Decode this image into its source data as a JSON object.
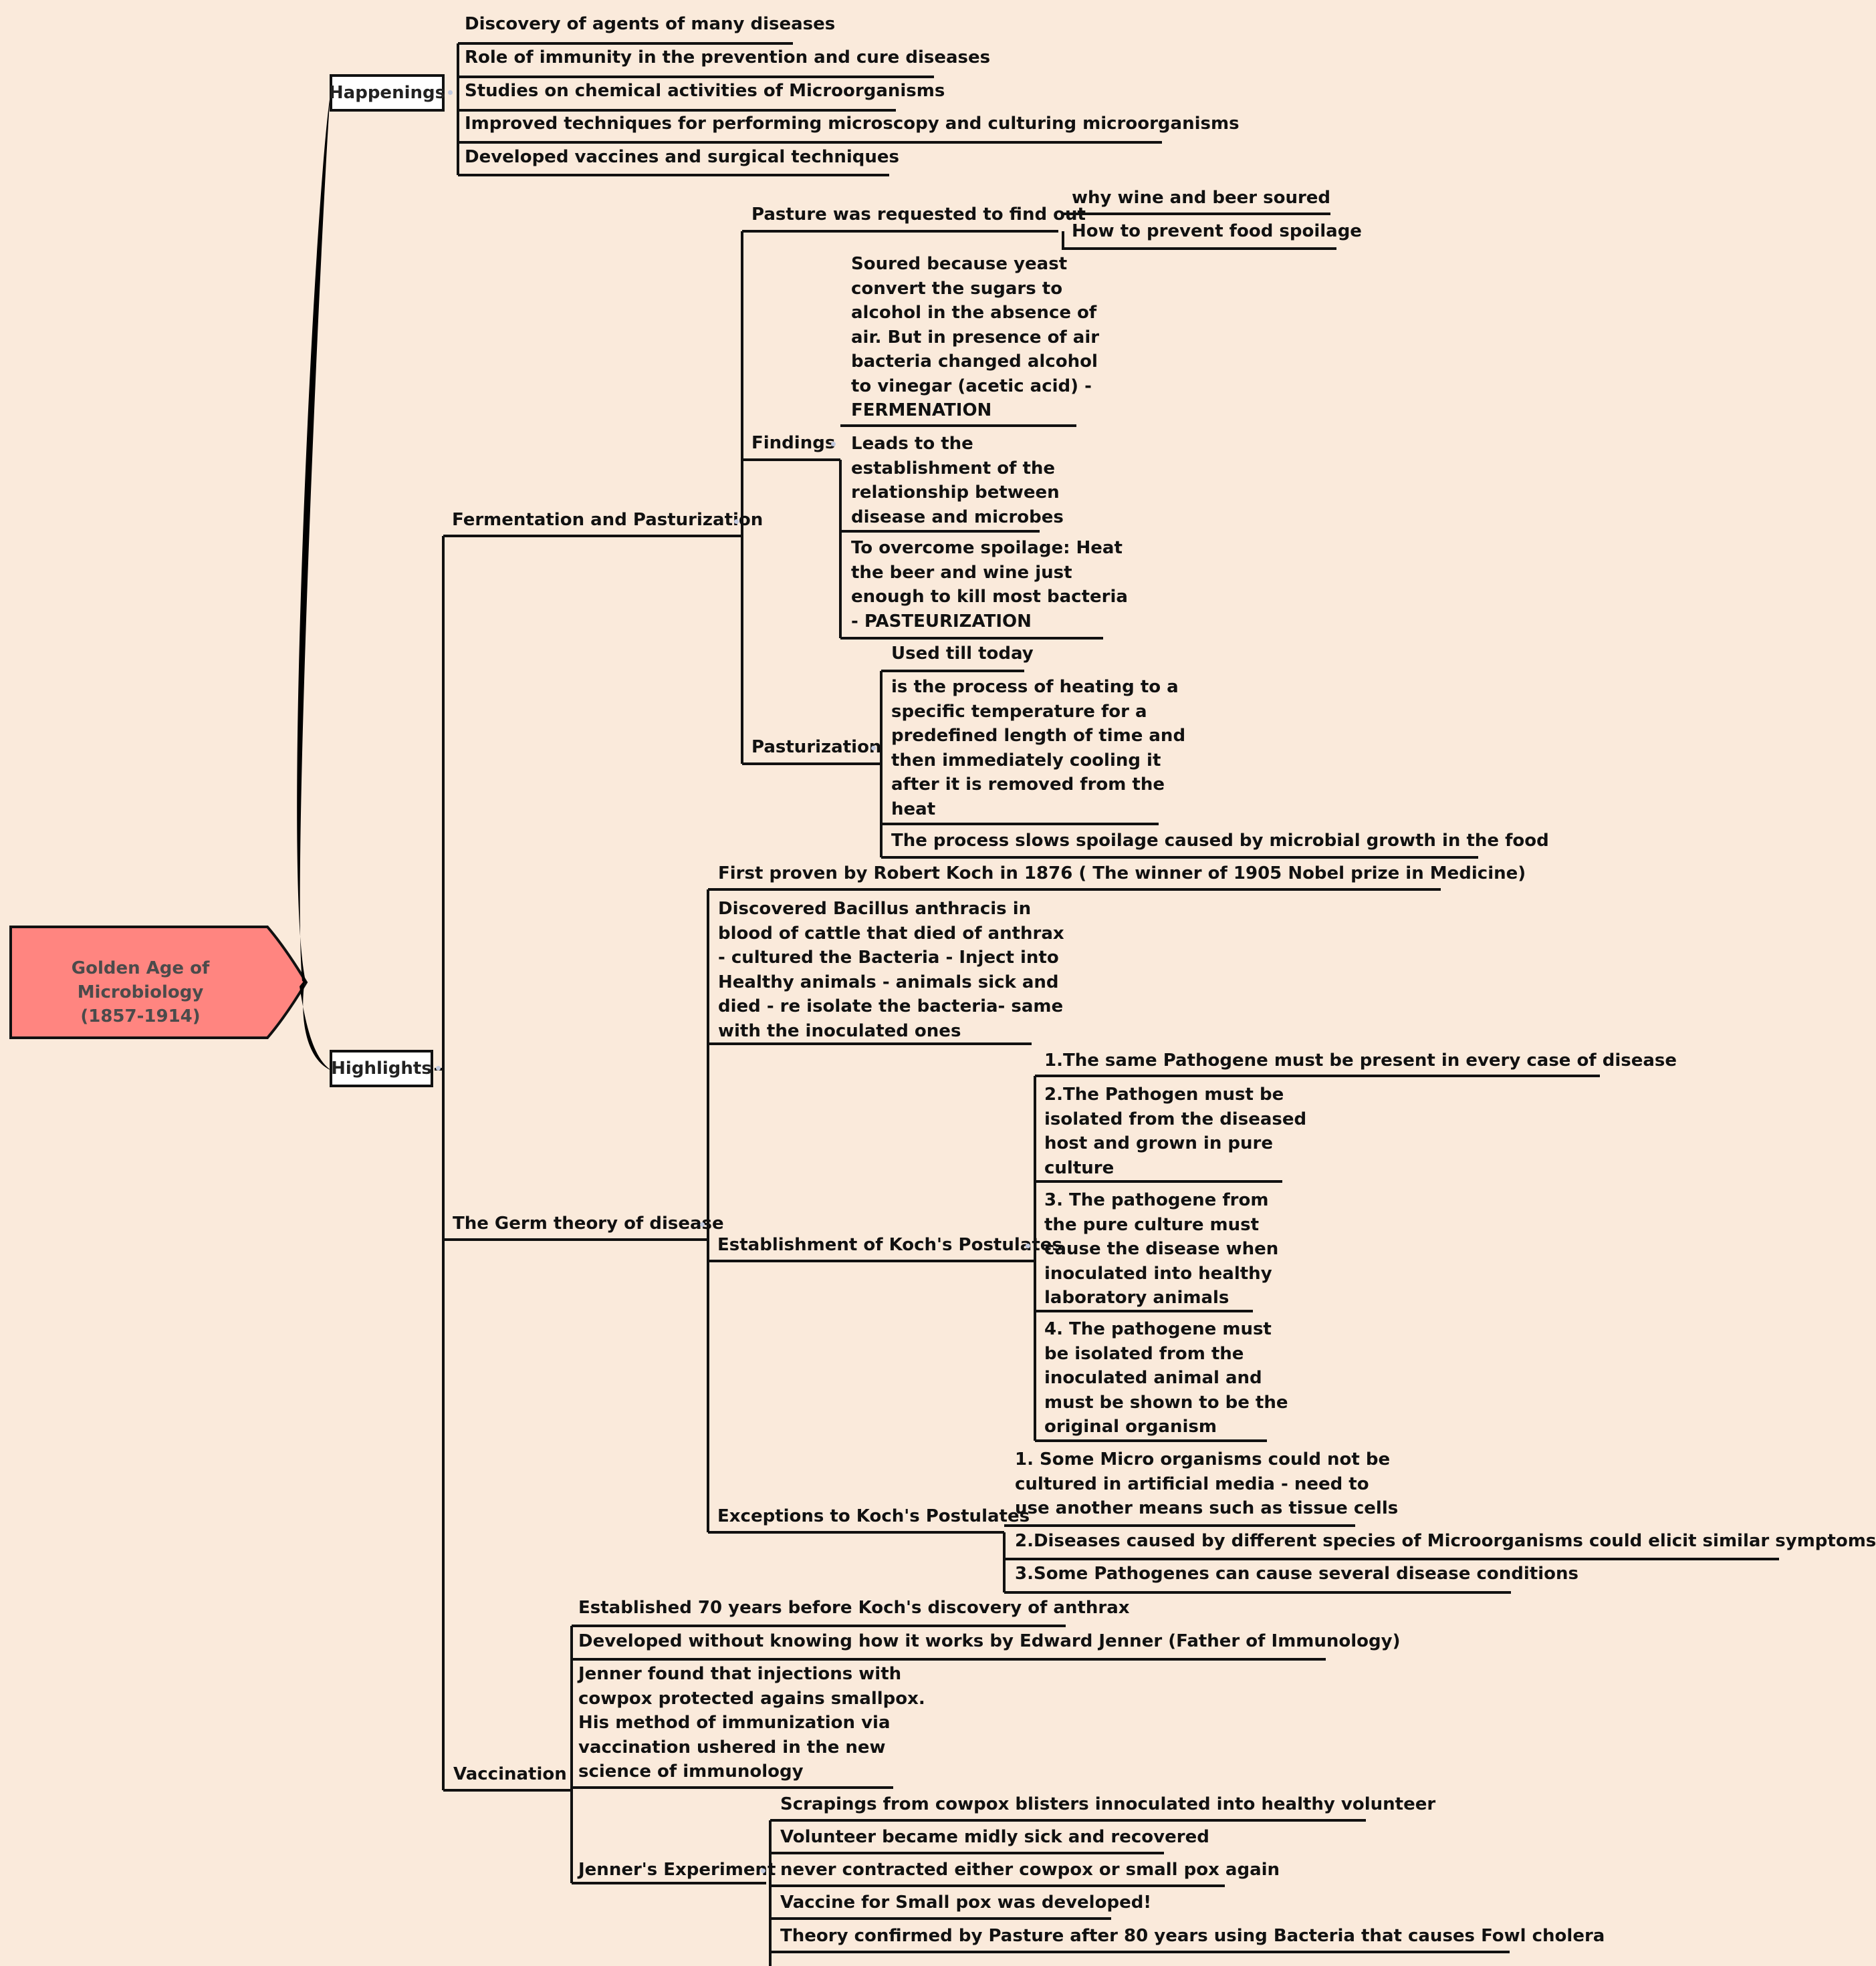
{
  "root": {
    "line1": "Golden Age of Microbiology",
    "line2": "(1857-1914)",
    "fill": "#ff8580"
  },
  "colors": {
    "background": "#faeadb",
    "lines": "#111111",
    "connector_dot": "#c3cbe0"
  },
  "happenings": {
    "label": "Happenings",
    "items": [
      "Discovery of agents of many diseases",
      "Role of immunity in the prevention and cure diseases",
      "Studies on chemical activities of Microorganisms",
      "Improved techniques for performing microscopy and culturing microorganisms",
      "Developed vaccines and surgical techniques"
    ]
  },
  "highlights": {
    "label": "Highlights",
    "fermentation": {
      "label": "Fermentation and Pasturization",
      "pasture": {
        "label": "Pasture was requested to find out",
        "items": [
          "why wine and beer soured",
          "How to prevent food spoilage"
        ]
      },
      "findings": {
        "label": "Findings",
        "items": [
          [
            "Soured because yeast",
            "convert the sugars to",
            "alcohol in the absence of",
            "air. But in presence of air",
            "bacteria changed alcohol",
            "to vinegar (acetic acid) -",
            "FERMENATION"
          ],
          [
            "Leads to the",
            "establishment of the",
            "relationship between",
            "disease and microbes"
          ],
          [
            "To overcome spoilage: Heat",
            "the beer and wine just",
            "enough to kill most bacteria",
            "- PASTEURIZATION"
          ]
        ]
      },
      "pasturization": {
        "label": "Pasturization",
        "items": [
          [
            "Used till today"
          ],
          [
            "is the process of heating to a",
            "specific temperature for a",
            "predefined length of time and",
            "then immediately cooling it",
            "after it is removed from the",
            "heat"
          ],
          [
            "The process slows spoilage caused by microbial growth in the food"
          ]
        ]
      }
    },
    "germ": {
      "label": "The Germ theory of disease",
      "first_proven": "First proven by Robert Koch in 1876 ( The winner of 1905 Nobel prize in Medicine)",
      "discovered": [
        "Discovered Bacillus anthracis in",
        "blood of cattle that died of anthrax",
        "- cultured the Bacteria - Inject into",
        "Healthy animals - animals sick and",
        "died - re isolate the bacteria- same",
        "with the inoculated ones"
      ],
      "postulates": {
        "label": "Establishment of Koch's Postulates",
        "items": [
          [
            "1.The same Pathogene must be present in every case of disease"
          ],
          [
            "2.The Pathogen must be",
            "isolated from the diseased",
            "host and grown in pure",
            "culture"
          ],
          [
            "3. The pathogene from",
            "the pure culture must",
            "cause the disease when",
            "inoculated into healthy",
            "laboratory animals"
          ],
          [
            "4. The pathogene must",
            "be isolated from the",
            "inoculated animal and",
            "must be shown to be the",
            "original organism"
          ]
        ]
      },
      "exceptions": {
        "label": "Exceptions to Koch's Postulates",
        "items": [
          [
            "1. Some Micro organisms could not be",
            "cultured in artificial media - need to",
            "use another means such as tissue cells"
          ],
          [
            "2.Diseases caused by different species of Microorganisms could elicit similar symptoms"
          ],
          [
            "3.Some Pathogenes can cause several disease conditions"
          ]
        ]
      }
    },
    "vaccination": {
      "label": "Vaccination",
      "items": [
        [
          "Established 70 years before Koch's discovery of anthrax"
        ],
        [
          "Developed without knowing how it works by Edward Jenner (Father of Immunology)"
        ],
        [
          "Jenner found that injections with",
          "cowpox protected agains smallpox.",
          "His method of immunization via",
          "vaccination ushered in the new",
          "science of immunology"
        ]
      ],
      "experiment": {
        "label": "Jenner's Experiment",
        "items": [
          "Scrapings from cowpox blisters innoculated into healthy volunteer",
          "Volunteer became midly sick and recovered",
          "never contracted either cowpox or small pox again",
          "Vaccine for Small pox was developed!",
          "Theory confirmed by Pasture after 80 years using Bacteria that causes Fowl cholera"
        ]
      }
    }
  }
}
